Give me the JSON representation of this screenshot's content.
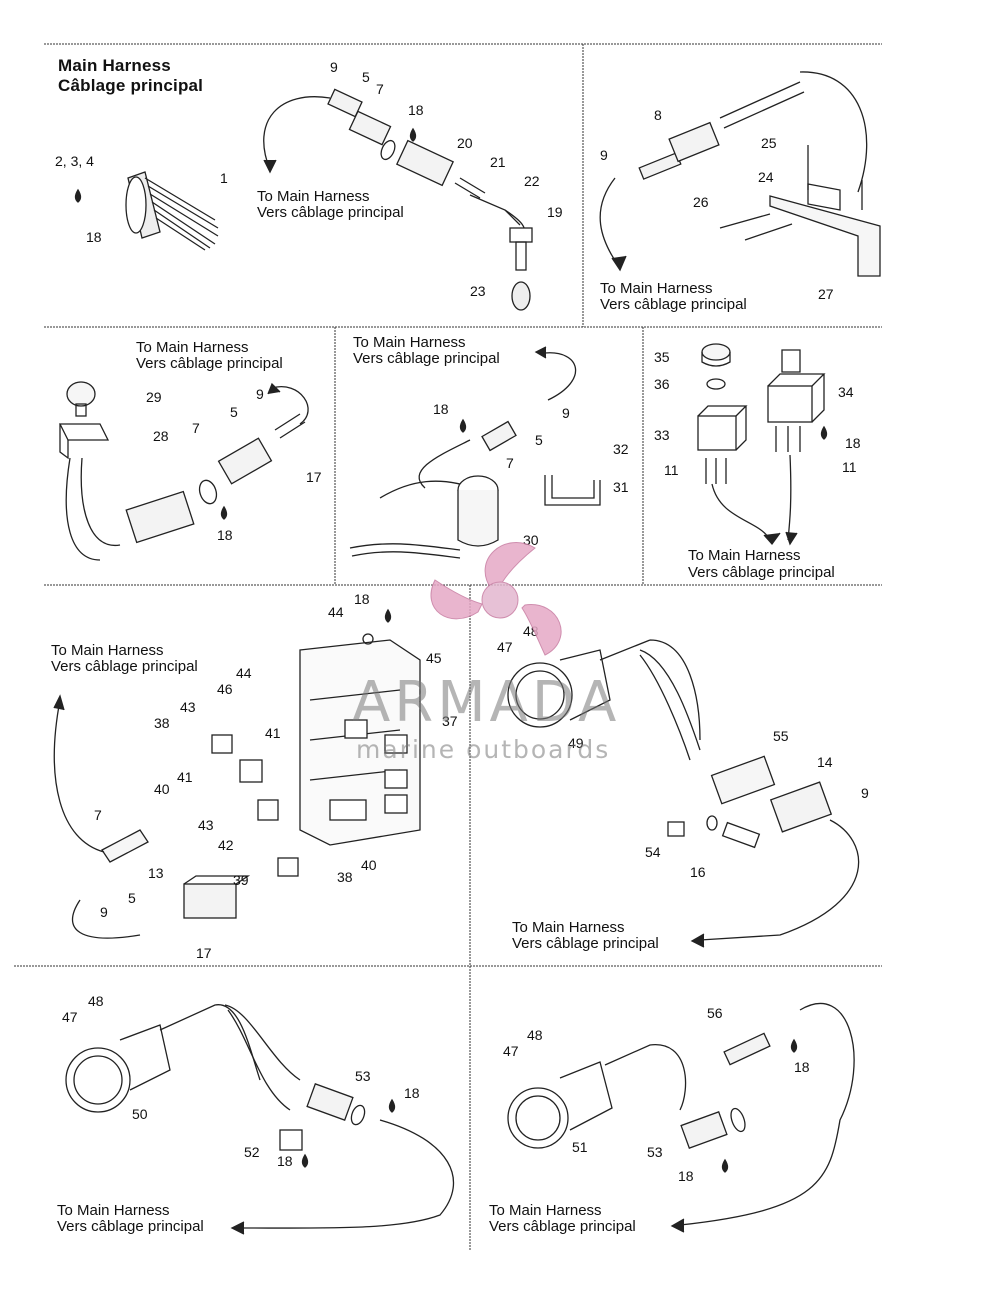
{
  "title": {
    "line1": "Main Harness",
    "line2": "Câblage principal"
  },
  "route_label": {
    "en": "To Main Harness",
    "fr": "Vers câblage principal"
  },
  "watermark": {
    "brand": "ARMADA",
    "tagline": "marine outboards",
    "logo_color": "#e6a9c6",
    "logo_hub_color": "#e3b7cf"
  },
  "callouts": {
    "p1": [
      "9",
      "5",
      "7",
      "18",
      "20",
      "21",
      "22",
      "19",
      "23",
      "2, 3, 4",
      "1",
      "18"
    ],
    "p2": [
      "8",
      "9",
      "25",
      "24",
      "26",
      "27"
    ],
    "p3": [
      "29",
      "28",
      "9",
      "5",
      "7",
      "17",
      "18"
    ],
    "p4": [
      "18",
      "5",
      "9",
      "7",
      "32",
      "31",
      "30"
    ],
    "p5": [
      "35",
      "36",
      "34",
      "33",
      "18",
      "11",
      "11"
    ],
    "p6": [
      "18",
      "44",
      "45",
      "44",
      "46",
      "43",
      "41",
      "37",
      "38",
      "40",
      "41",
      "43",
      "42",
      "39",
      "38",
      "40",
      "7",
      "13",
      "5",
      "9",
      "17"
    ],
    "p7": [
      "48",
      "47",
      "49",
      "55",
      "14",
      "9",
      "54",
      "16"
    ],
    "p8": [
      "48",
      "47",
      "50",
      "53",
      "18",
      "52",
      "18"
    ],
    "p9": [
      "56",
      "18",
      "48",
      "47",
      "51",
      "53",
      "18"
    ]
  }
}
